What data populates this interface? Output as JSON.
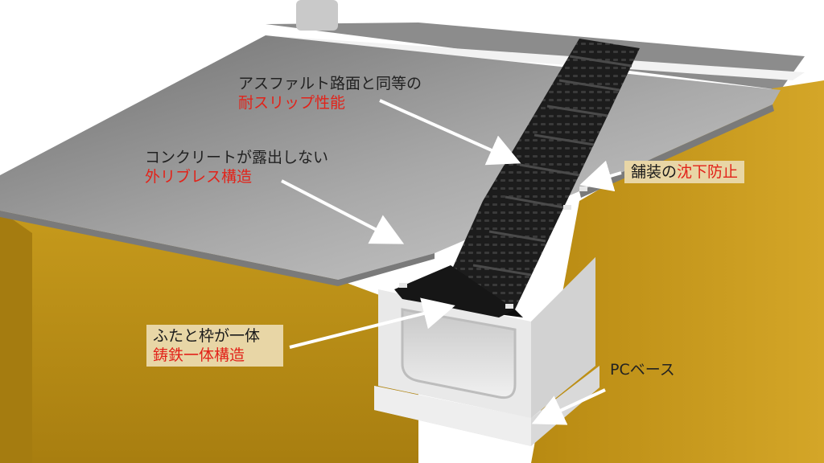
{
  "callouts": {
    "asphalt": {
      "line1": "アスファルト路面と同等の",
      "line2": "耐スリップ性能"
    },
    "concrete": {
      "line1": "コンクリートが露出しない",
      "line2": "外リブレス構造"
    },
    "pavement": {
      "prefix": "舗装の",
      "emphasis": "沈下防止"
    },
    "integral": {
      "line1": "ふたと枠が一体",
      "line2": "鋳鉄一体構造"
    },
    "base": {
      "label": "PCベース"
    }
  },
  "colors": {
    "emphasis": "#e2231a",
    "label_box": "#e8d6a6",
    "soil": "#b58a16",
    "pavement": "#9a9a9a",
    "grating": "#1b1b1b",
    "concrete": "#e6e6e6"
  }
}
